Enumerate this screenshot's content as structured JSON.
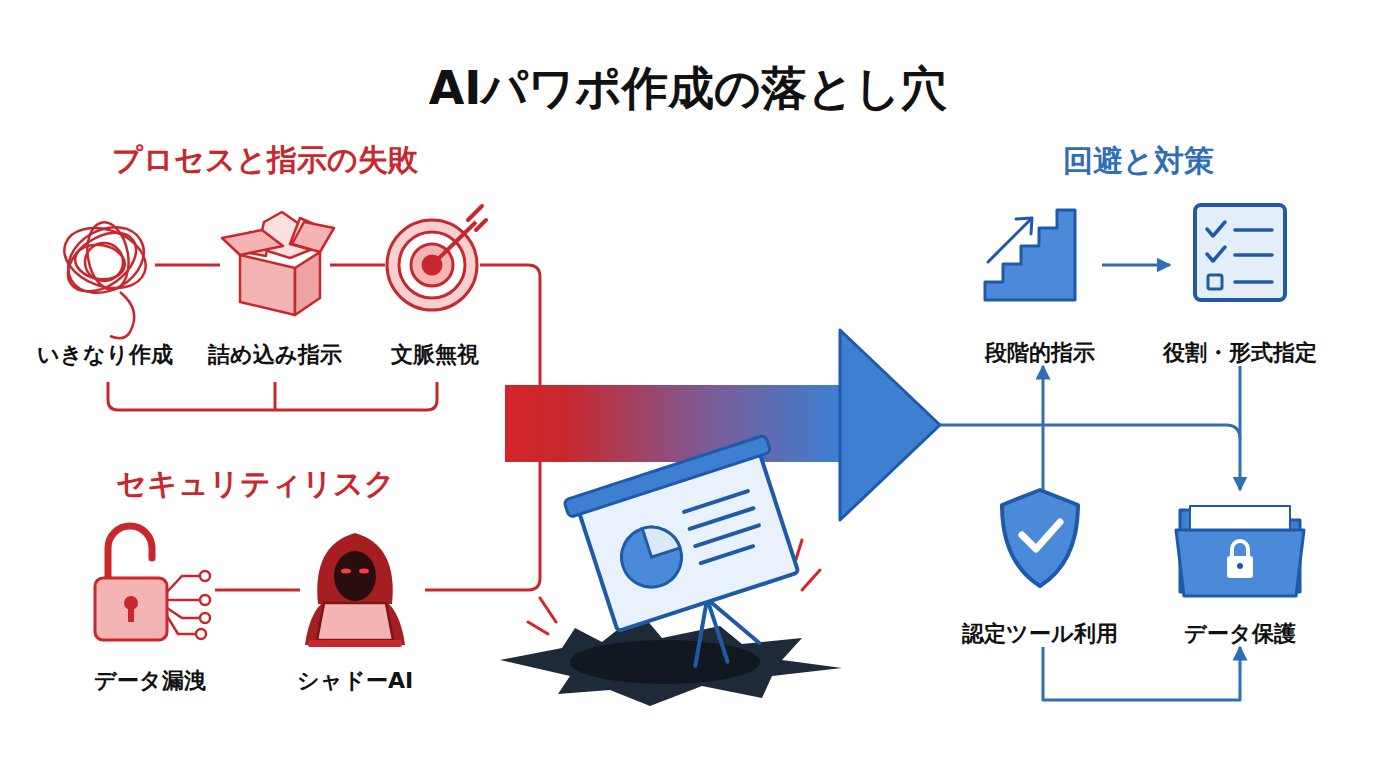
{
  "diagram": {
    "title": "AIパワポ作成の落とし穴",
    "nodes": [
      {
        "text": [
          "いきなり作成"
        ]
      },
      {
        "text": [
          "詰め込み指示"
        ]
      },
      {
        "text": [
          "文脈無視"
        ]
      },
      {
        "text": [
          "データ漏洩"
        ]
      },
      {
        "text": [
          "シャドーAI"
        ]
      },
      {
        "text": [
          "段階的指示"
        ]
      },
      {
        "text": [
          "役割・形式指定"
        ]
      },
      {
        "text": [
          "認定ツール利用"
        ]
      },
      {
        "text": [
          "データ保護"
        ]
      }
    ],
    "edges": [
      {
        "from": 0,
        "to": 1,
        "arrow": "none"
      },
      {
        "from": 1,
        "to": 2,
        "arrow": "none"
      },
      {
        "from": 3,
        "to": 4,
        "arrow": "none"
      },
      {
        "from": 5,
        "to": 6,
        "arrow": "to"
      },
      {
        "from": 7,
        "to": 5,
        "arrow": "to"
      },
      {
        "from": 6,
        "to": 8,
        "arrow": "to"
      },
      {
        "from": 7,
        "to": 8,
        "arrow": "to"
      }
    ],
    "labels": [
      "プロセスと指示の失敗",
      "セキュリティリスク",
      "回避と対策"
    ]
  }
}
